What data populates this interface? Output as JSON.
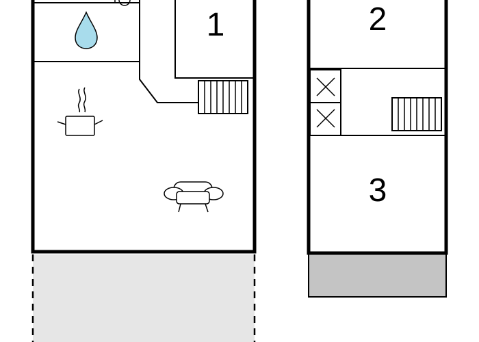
{
  "floor_plan": {
    "rooms": [
      {
        "id": "room-1",
        "label": "1"
      },
      {
        "id": "room-2",
        "label": "2"
      },
      {
        "id": "room-3",
        "label": "3"
      }
    ],
    "icons": [
      "water-drop-icon",
      "cooking-pot-icon",
      "sofa-icon",
      "staircase-icon",
      "closet-icon"
    ],
    "colors": {
      "wall": "#000000",
      "background": "#ffffff",
      "water": "#a8dcec",
      "terrace": "#e6e6e6",
      "balcony": "#c4c4c4"
    }
  }
}
